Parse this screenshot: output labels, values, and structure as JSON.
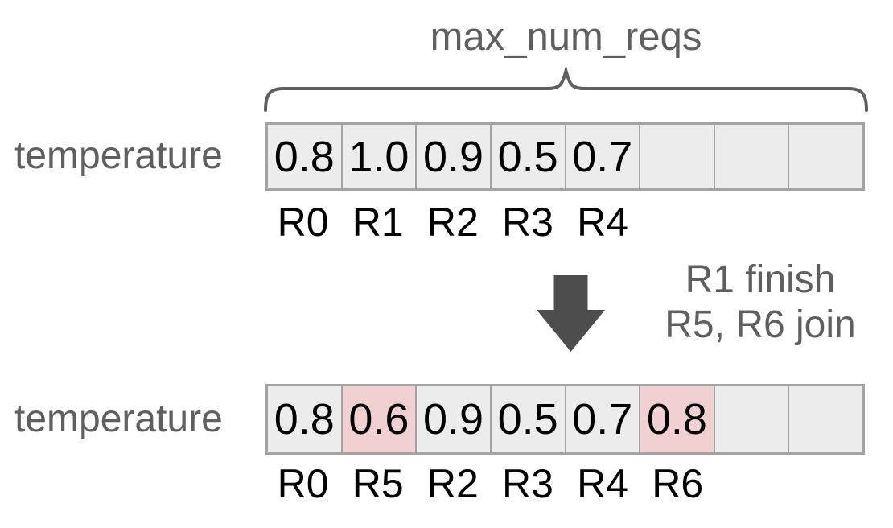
{
  "brace": {
    "label": "max_num_reqs"
  },
  "transition": {
    "line1": "R1 finish",
    "line2": "R5, R6 join",
    "arrow_icon": "down-arrow-icon"
  },
  "grids": [
    {
      "row_label": "temperature",
      "cells": [
        {
          "value": "0.8"
        },
        {
          "value": "1.0"
        },
        {
          "value": "0.9"
        },
        {
          "value": "0.5"
        },
        {
          "value": "0.7"
        },
        {
          "value": ""
        },
        {
          "value": ""
        },
        {
          "value": ""
        }
      ],
      "labels": [
        "R0",
        "R1",
        "R2",
        "R3",
        "R4"
      ]
    },
    {
      "row_label": "temperature",
      "cells": [
        {
          "value": "0.8"
        },
        {
          "value": "0.6",
          "highlight": true
        },
        {
          "value": "0.9"
        },
        {
          "value": "0.5"
        },
        {
          "value": "0.7"
        },
        {
          "value": "0.8",
          "highlight": true
        },
        {
          "value": ""
        },
        {
          "value": ""
        }
      ],
      "labels": [
        "R0",
        "R5",
        "R2",
        "R3",
        "R4",
        "R6"
      ]
    }
  ],
  "colors": {
    "cell_bg": "#ececec",
    "cell_border": "#a3a3a3",
    "highlight_cell_bg": "#f0d0d0",
    "annotation_text": "#5f5f5f",
    "arrow": "#4d4d4d",
    "value_text": "#000000",
    "background": "#ffffff"
  }
}
